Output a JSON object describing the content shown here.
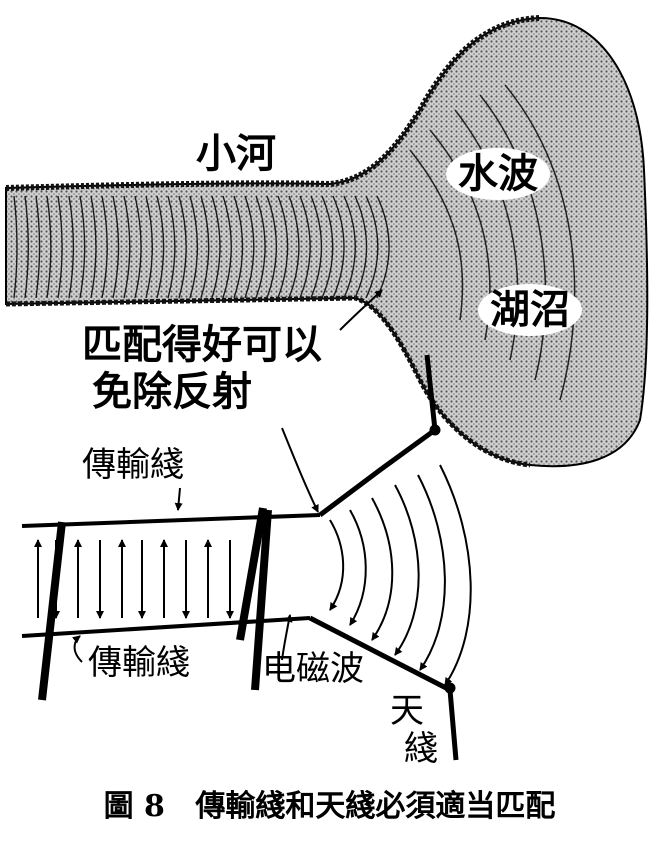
{
  "labels": {
    "river": "小河",
    "water_wave": "水波",
    "lake": "湖沼",
    "match_line1": "匹配得好可以",
    "match_line2": "免除反射",
    "tline_top": "傳輸綫",
    "tline_bottom": "傳輸綫",
    "em_wave": "电磁波",
    "antenna_1": "天",
    "antenna_2": "綫"
  },
  "caption": {
    "figure": "圖 8",
    "text": "傳輸綫和天綫必須適当匹配"
  },
  "colors": {
    "ink": "#000000",
    "paper": "#ffffff",
    "water": "#b5b5b5"
  }
}
